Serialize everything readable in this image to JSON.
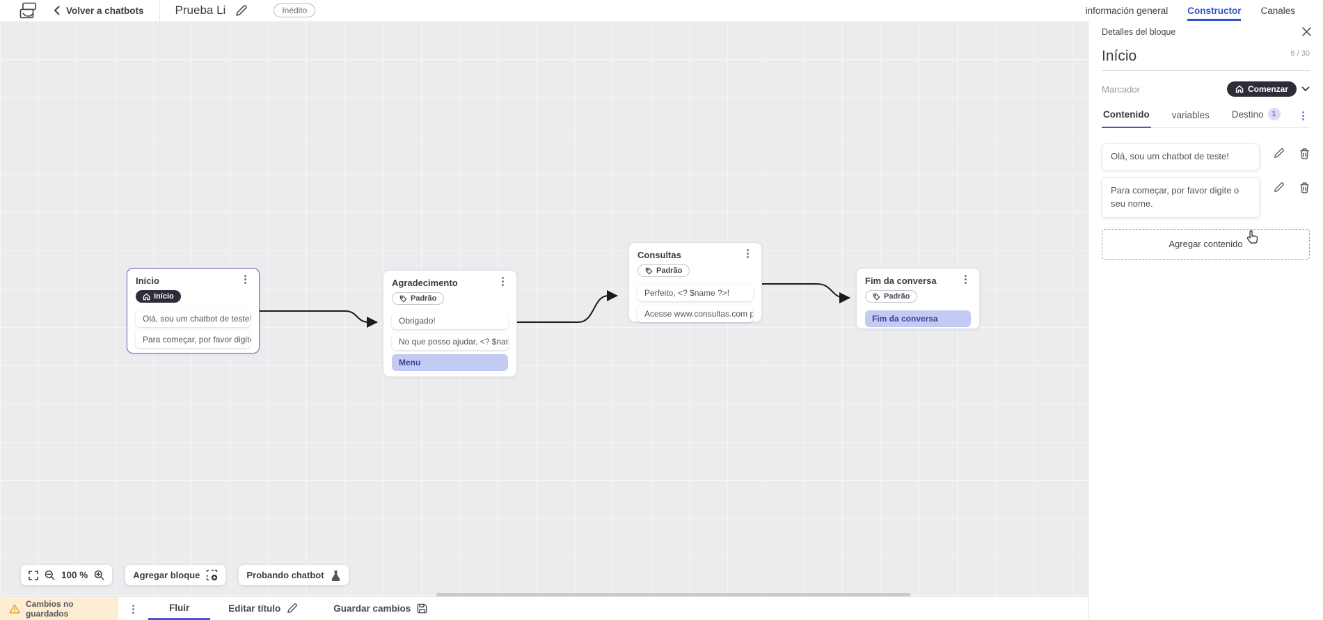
{
  "header": {
    "back_label": "Volver a chatbots",
    "title": "Prueba Li",
    "status_badge": "Inédito",
    "tabs": [
      {
        "label": "información general"
      },
      {
        "label": "Constructor"
      },
      {
        "label": "Canales"
      }
    ]
  },
  "panel": {
    "title": "Detalles del bloque",
    "block_name": "Início",
    "name_counter": "6 / 30",
    "marker_label": "Marcador",
    "marker_value": "Comenzar",
    "tabs": [
      {
        "label": "Contenido"
      },
      {
        "label": "variables"
      },
      {
        "label": "Destino",
        "badge": "1"
      }
    ],
    "contents": [
      {
        "text": "Olá, sou um chatbot de teste!"
      },
      {
        "text": "Para começar, por favor digite o seu nome."
      }
    ],
    "add_button": "Agregar contenido"
  },
  "canvas": {
    "nodes": [
      {
        "title": "Início",
        "badge": "Início",
        "cards": [
          {
            "text": "Olá, sou um chatbot de teste!"
          },
          {
            "text": "Para começar, por favor digite o ..."
          }
        ]
      },
      {
        "title": "Agradecimento",
        "badge": "Padrão",
        "cards": [
          {
            "text": "Obrigado!"
          },
          {
            "text": "No que posso ajudar, <? $name ..."
          },
          {
            "text": "Menu"
          }
        ]
      },
      {
        "title": "Consultas",
        "badge": "Padrão",
        "cards": [
          {
            "text": "Perfeito, <? $name ?>!"
          },
          {
            "text": "Acesse www.consultas.com par..."
          }
        ]
      },
      {
        "title": "Fim da conversa",
        "badge": "Padrão",
        "cards": [
          {
            "text": "Fim da conversa"
          }
        ]
      }
    ],
    "toolbar": {
      "zoom_level": "100 %",
      "add_block_label": "Agregar bloque",
      "test_chatbot_label": "Probando chatbot"
    }
  },
  "footer": {
    "unsaved_label": "Cambios no guardados",
    "flow_tab": "Fluir",
    "edit_title_label": "Editar título",
    "save_label": "Guardar cambios"
  },
  "colors": {
    "accent_indigo": "#4b56c8",
    "tab_active_blue": "#3353cb",
    "selected_node_border": "#6f63c8",
    "dark_pill": "#2d2d38",
    "menu_card_bg": "#c3cbf2",
    "menu_card_text": "#3b3f99",
    "warning_bg": "#fdeed3",
    "warning_icon": "#e2a33c",
    "canvas_bg": "#ececef"
  }
}
